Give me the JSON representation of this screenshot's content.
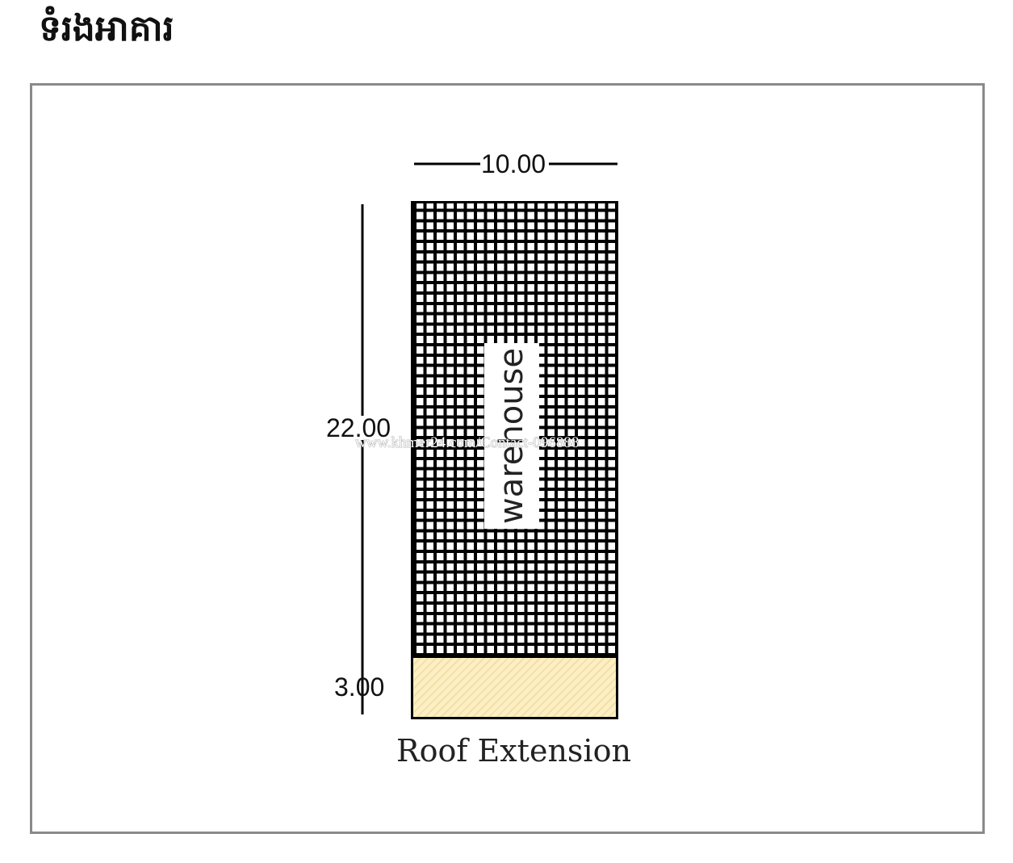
{
  "title": "ទំរងអាគារ",
  "plan": {
    "width_dimension": "10.00",
    "building_length_dimension": "22.00",
    "extension_length_dimension": "3.00",
    "building_label": "warehouse",
    "extension_label": "Roof Extension",
    "watermark": "www.khmer24.com/Contact-096888"
  },
  "colors": {
    "extension_fill": "#fcefc5",
    "frame_border": "#8a8a8a"
  }
}
